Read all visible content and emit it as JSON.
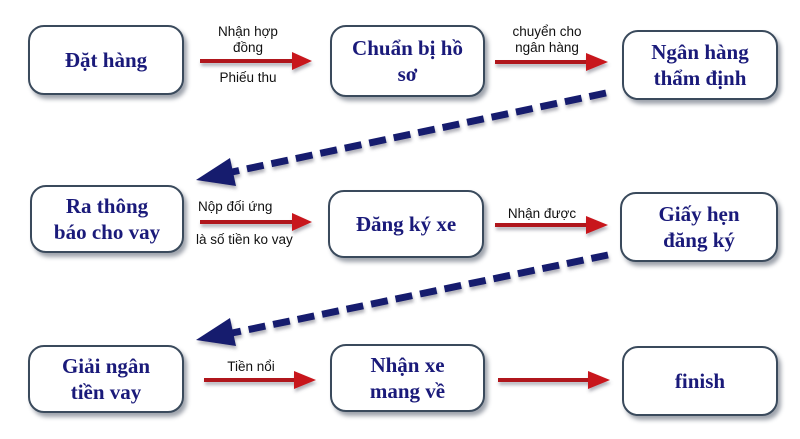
{
  "diagram": {
    "colors": {
      "node_text": "#1a1a7a",
      "node_border": "#3a4a5c",
      "solid_arrow": "#b0141a",
      "dashed_arrow": "#131a6e"
    },
    "nodes": [
      {
        "id": "n1",
        "label": "Đặt hàng"
      },
      {
        "id": "n2",
        "label": "Chuẩn bị hồ sơ"
      },
      {
        "id": "n3",
        "label": "Ngân hàng thẩm định"
      },
      {
        "id": "n4",
        "label": "Ra thông báo cho vay"
      },
      {
        "id": "n5",
        "label": "Đăng ký xe"
      },
      {
        "id": "n6",
        "label": "Giấy hẹn đăng ký"
      },
      {
        "id": "n7",
        "label": "Giải ngân tiền vay"
      },
      {
        "id": "n8",
        "label": "Nhận xe mang về"
      },
      {
        "id": "n9",
        "label": "finish"
      }
    ],
    "edges": [
      {
        "from": "n1",
        "to": "n2",
        "style": "solid",
        "label_top": "Nhận hợp đồng",
        "label_bottom": "Phiếu thu"
      },
      {
        "from": "n2",
        "to": "n3",
        "style": "solid",
        "label_top": "chuyển cho ngân hàng"
      },
      {
        "from": "n3",
        "to": "n4",
        "style": "dashed"
      },
      {
        "from": "n4",
        "to": "n5",
        "style": "solid",
        "label_top": "Nộp đối ứng",
        "label_bottom": "là số tiền ko vay"
      },
      {
        "from": "n5",
        "to": "n6",
        "style": "solid",
        "label_top": "Nhận được"
      },
      {
        "from": "n6",
        "to": "n7",
        "style": "dashed"
      },
      {
        "from": "n7",
        "to": "n8",
        "style": "solid",
        "label_top": "Tiền nổi"
      },
      {
        "from": "n8",
        "to": "n9",
        "style": "solid"
      }
    ]
  },
  "display": {
    "n1": "Đặt hàng",
    "n2_l1": "Chuẩn bị hồ",
    "n2_l2": "sơ",
    "n3_l1": "Ngân hàng",
    "n3_l2": "thẩm định",
    "n4_l1": "Ra thông",
    "n4_l2": "báo cho vay",
    "n5": "Đăng ký xe",
    "n6_l1": "Giấy hẹn",
    "n6_l2": "đăng ký",
    "n7_l1": "Giải ngân",
    "n7_l2": "tiền vay",
    "n8_l1": "Nhận xe",
    "n8_l2": "mang về",
    "n9": "finish",
    "e1_l1": "Nhận hợp",
    "e1_l2": "đồng",
    "e1_bottom": "Phiếu thu",
    "e2_l1": "chuyển cho",
    "e2_l2": "ngân hàng",
    "e4_top": "Nộp đối ứng",
    "e4_bottom": "là số tiền ko vay",
    "e5_top": "Nhận được",
    "e7_top": "Tiền nổi"
  }
}
